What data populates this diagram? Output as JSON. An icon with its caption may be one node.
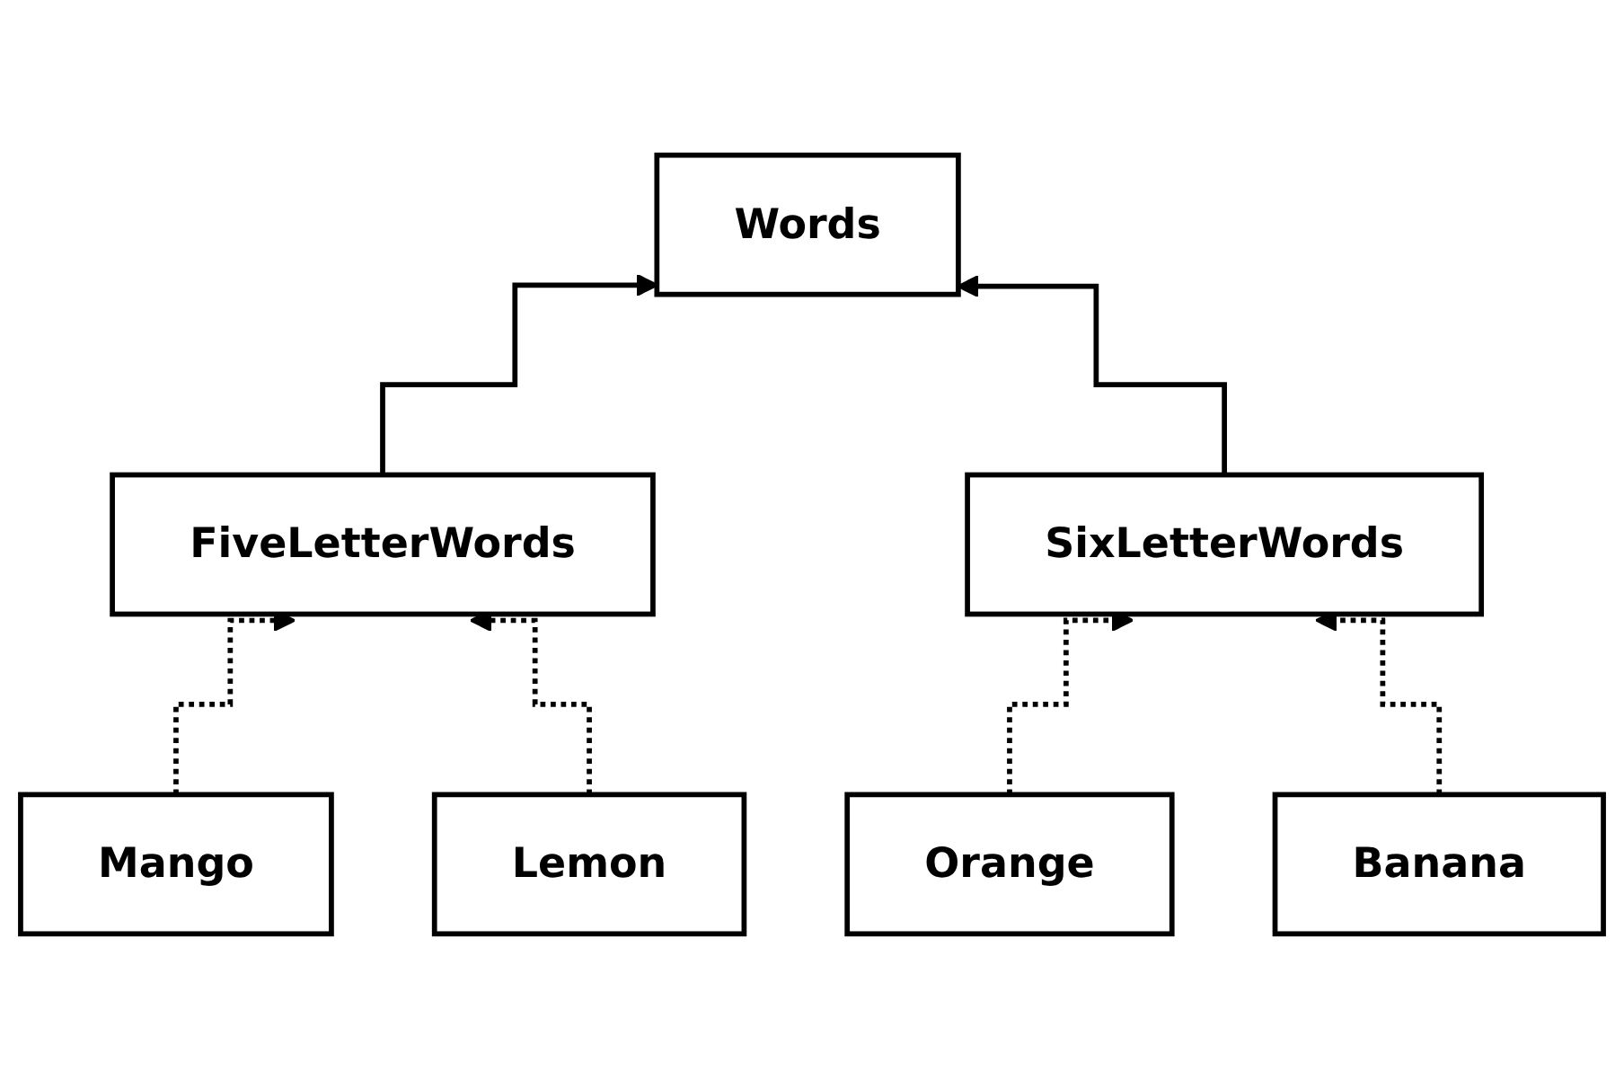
{
  "diagram": {
    "nodes": [
      {
        "text": [
          "Words"
        ]
      },
      {
        "text": [
          "FiveLetterWords"
        ]
      },
      {
        "text": [
          "SixLetterWords"
        ]
      },
      {
        "text": [
          "Mango"
        ]
      },
      {
        "text": [
          "Lemon"
        ]
      },
      {
        "text": [
          "Orange"
        ]
      },
      {
        "text": [
          "Banana"
        ]
      }
    ],
    "edges": [
      {
        "from": 1,
        "to": 0,
        "arrow": "to"
      },
      {
        "from": 2,
        "to": 0,
        "arrow": "to"
      },
      {
        "from": 3,
        "to": 1,
        "arrow": "to",
        "style": "dashed"
      },
      {
        "from": 4,
        "to": 1,
        "arrow": "to",
        "style": "dashed"
      },
      {
        "from": 5,
        "to": 2,
        "arrow": "to",
        "style": "dashed"
      },
      {
        "from": 6,
        "to": 2,
        "arrow": "to",
        "style": "dashed"
      }
    ]
  }
}
